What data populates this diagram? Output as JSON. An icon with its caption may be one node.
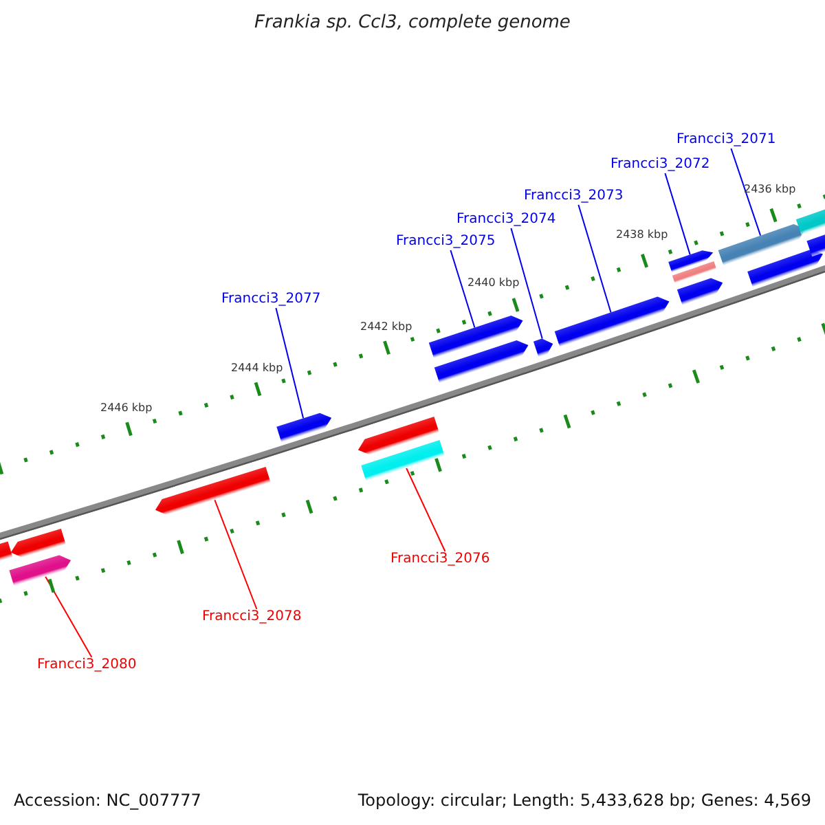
{
  "diagram": {
    "title": "Frankia sp. Ccl3, complete genome",
    "nodes": [
      {
        "text": [
          "Francci3_2071"
        ]
      },
      {
        "text": [],
        "shape": "arrow"
      },
      {
        "text": [
          "Francci3_2072"
        ]
      },
      {
        "text": [],
        "shape": "arrow"
      },
      {
        "text": [
          "Francci3_2073"
        ]
      },
      {
        "text": [],
        "shape": "arrow"
      },
      {
        "text": [
          "Francci3_2074"
        ]
      },
      {
        "text": [],
        "shape": "arrow"
      },
      {
        "text": [
          "Francci3_2075"
        ]
      },
      {
        "text": [],
        "shape": "arrow"
      },
      {
        "text": [
          "Francci3_2077"
        ]
      },
      {
        "text": [],
        "shape": "arrow"
      },
      {
        "text": [
          "Francci3_2076"
        ]
      },
      {
        "text": [],
        "shape": "bar"
      },
      {
        "text": [
          "Francci3_2078"
        ]
      },
      {
        "text": [],
        "shape": "arrow"
      },
      {
        "text": [
          "Francci3_2080"
        ]
      },
      {
        "text": [],
        "shape": "arrow"
      },
      {
        "text": [],
        "shape": "bar"
      },
      {
        "text": [],
        "shape": "arrow"
      },
      {
        "text": [],
        "shape": "arrow"
      },
      {
        "text": [],
        "shape": "arrow"
      },
      {
        "text": [],
        "shape": "bar"
      },
      {
        "text": [],
        "shape": "arrow"
      },
      {
        "text": [],
        "shape": "arrow"
      },
      {
        "text": [],
        "shape": "bar"
      },
      {
        "text": [],
        "shape": "arrow"
      }
    ],
    "edges": [
      {
        "from": 0,
        "to": 1,
        "arrow": "none"
      },
      {
        "from": 2,
        "to": 3,
        "arrow": "none"
      },
      {
        "from": 4,
        "to": 5,
        "arrow": "none"
      },
      {
        "from": 6,
        "to": 7,
        "arrow": "none"
      },
      {
        "from": 8,
        "to": 9,
        "arrow": "none"
      },
      {
        "from": 10,
        "to": 11,
        "arrow": "none"
      },
      {
        "from": 12,
        "to": 13,
        "arrow": "none",
        "color": "#ff0000"
      },
      {
        "from": 14,
        "to": 15,
        "arrow": "none",
        "color": "#ff0000"
      },
      {
        "from": 16,
        "to": 17,
        "arrow": "none",
        "color": "#ff0000"
      }
    ],
    "labels": [
      "2436 kbp",
      "2438 kbp",
      "2440 kbp",
      "2442 kbp",
      "2444 kbp",
      "2446 kbp",
      "Accession: NC_007777",
      "Topology: circular; Length: 5,433,628 bp; Genes: 4,569"
    ]
  }
}
